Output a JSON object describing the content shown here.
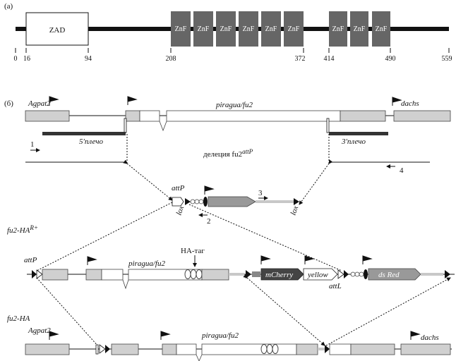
{
  "panel_a": {
    "label": "(a)",
    "zad": "ZAD",
    "znf_label": "ZnF",
    "ticks": [
      "0",
      "16",
      "94",
      "208",
      "372",
      "414",
      "490",
      "559"
    ]
  },
  "panel_b": {
    "label": "(б)",
    "wt": {
      "agpat2": "Agpat2",
      "piragua": "piragua/fu2",
      "dachs": "dachs",
      "arm5": "5′плечо",
      "arm3": "3′плечо"
    },
    "primers": {
      "p1": "1",
      "p2": "2",
      "p3": "3",
      "p4": "4"
    },
    "deletion": {
      "text": "делеция fu2",
      "sup": "attP"
    },
    "cassette": {
      "attp": "attP",
      "lox1": "lox",
      "lox2": "lox"
    },
    "fu2_ha_r": {
      "name": "fu2-HA",
      "sup": "R+",
      "attp": "attP",
      "piragua": "piragua/fu2",
      "ha_tag": "HA-таг",
      "mcherry": "mCherry",
      "yellow": "yellow",
      "attl": "attL",
      "dsred": "ds Red"
    },
    "fu2_ha": {
      "name": "fu2-HA",
      "agpat2": "Agpat2",
      "piragua": "piragua/fu2",
      "dachs": "dachs"
    }
  }
}
